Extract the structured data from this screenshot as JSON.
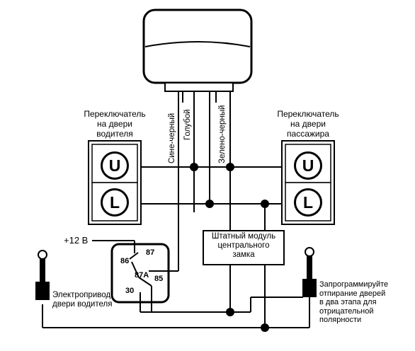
{
  "driver_switch": {
    "title": "Переключатель\nна двери\nводителя",
    "unlock_letter": "U",
    "lock_letter": "L"
  },
  "passenger_switch": {
    "title": "Переключатель\nна двери\nпассажира",
    "unlock_letter": "U",
    "lock_letter": "L"
  },
  "wires": {
    "blue_black": "Сине-черный",
    "blue": "Голубой",
    "green_black": "Зелено-черный"
  },
  "power": "+12 В",
  "relay": {
    "pin_86": "86",
    "pin_87": "87",
    "pin_87a": "87А",
    "pin_85": "85",
    "pin_30": "30"
  },
  "module": "Штатный модуль\nцентрального\nзамка",
  "actuator_driver": "Электропривод\nдвери водителя",
  "actuator_passenger_note": "Запрограммируйте\nотпирание дверей\nв два этапа для\nотрицательной\nполярности"
}
